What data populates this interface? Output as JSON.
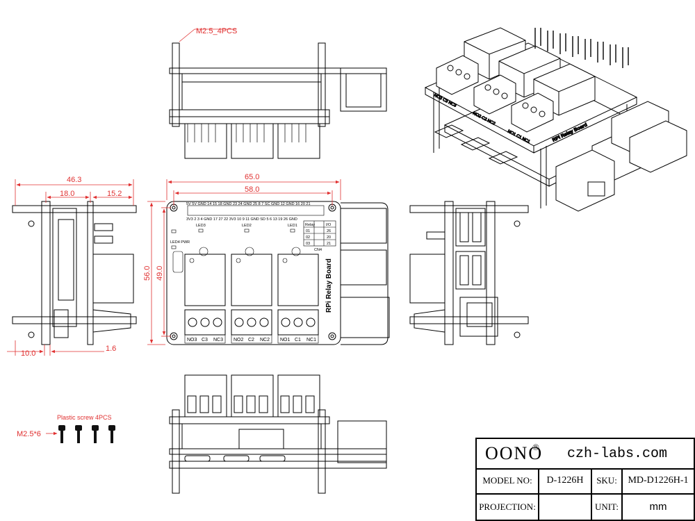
{
  "callouts": {
    "standoff_note": "M2.5_4PCS",
    "screw_title": "Plastic screw  4PCS",
    "screw_size": "M2.5*6"
  },
  "dimensions": {
    "width_total": "65.0",
    "hole_spacing_x": "58.0",
    "height_total": "56.0",
    "hole_spacing_y": "49.0",
    "depth_total": "46.3",
    "depth_a": "18.0",
    "depth_b": "15.2",
    "depth_c": "10.0",
    "depth_d": "1.6"
  },
  "board": {
    "name": "RPi Relay Board",
    "gpio_top": [
      "5V",
      "5V",
      "GND",
      "14",
      "15",
      "18",
      "GND",
      "23",
      "24",
      "GND",
      "25",
      "8",
      "7",
      "SC",
      "GND",
      "12",
      "GND",
      "16",
      "20",
      "21"
    ],
    "gpio_bottom": [
      "3V3",
      "2",
      "3",
      "4",
      "GND",
      "17",
      "27",
      "22",
      "3V3",
      "10",
      "9",
      "11",
      "GND",
      "SD",
      "5",
      "6",
      "13",
      "19",
      "26",
      "GND"
    ],
    "led_labels": [
      "LED3",
      "LED2",
      "LED1",
      "LED4 PWR"
    ],
    "relay_table": {
      "headers": [
        "Relay",
        "I/O"
      ],
      "rows": [
        [
          "01",
          "26"
        ],
        [
          "02",
          "20"
        ],
        [
          "03",
          "21"
        ]
      ],
      "connector": "CN4"
    },
    "terminals": [
      [
        "NO3",
        "C3",
        "NC3"
      ],
      [
        "NO2",
        "C2",
        "NC2"
      ],
      [
        "NO1",
        "C1",
        "NC1"
      ]
    ],
    "iso_terminals": [
      "NO3 C3 NC3",
      "NO2 C2 NC2",
      "NO1 C1 NC1"
    ]
  },
  "title_block": {
    "brand": "OONO",
    "brand_mark": "®",
    "website": "czh-labs.com",
    "model_label": "MODEL NO:",
    "model_value": "D-1226H",
    "sku_label": "SKU:",
    "sku_value": "MD-D1226H-1",
    "projection_label": "PROJECTION:",
    "unit_label": "UNIT:",
    "unit_value": "mm"
  }
}
